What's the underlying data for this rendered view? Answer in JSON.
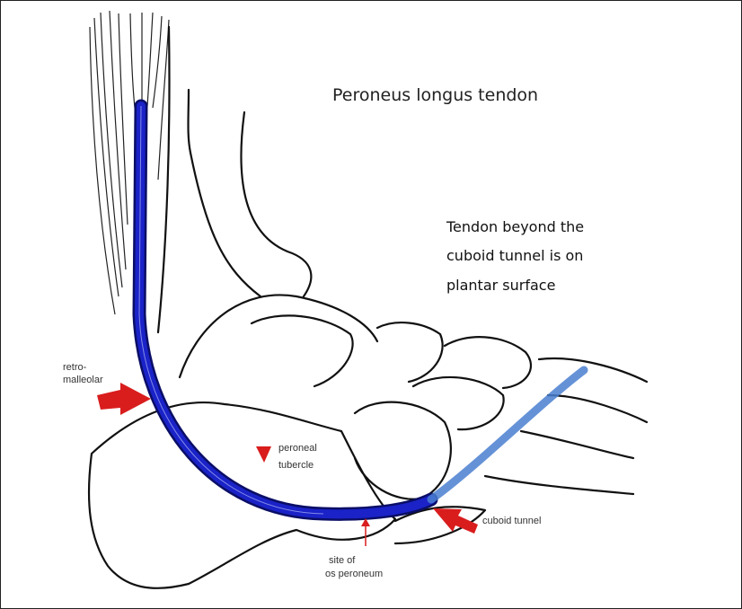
{
  "title": "Peroneus longus tendon",
  "note_lines": [
    "Tendon beyond the",
    "cuboid tunnel is on",
    "plantar surface"
  ],
  "labels": {
    "retromalleolar_line1": "retro-",
    "retromalleolar_line2": "malleolar",
    "peroneal_tubercle_line1": "peroneal",
    "peroneal_tubercle_line2": "tubercle",
    "os_peroneum_line1": "site of",
    "os_peroneum_line2": "os peroneum",
    "cuboid_tunnel": "cuboid tunnel"
  },
  "colors": {
    "tendon": "#1a22c8",
    "tendon_outline": "#0a0e66",
    "plantar_tendon": "#4a7fd0",
    "arrow": "#d91d1d"
  }
}
